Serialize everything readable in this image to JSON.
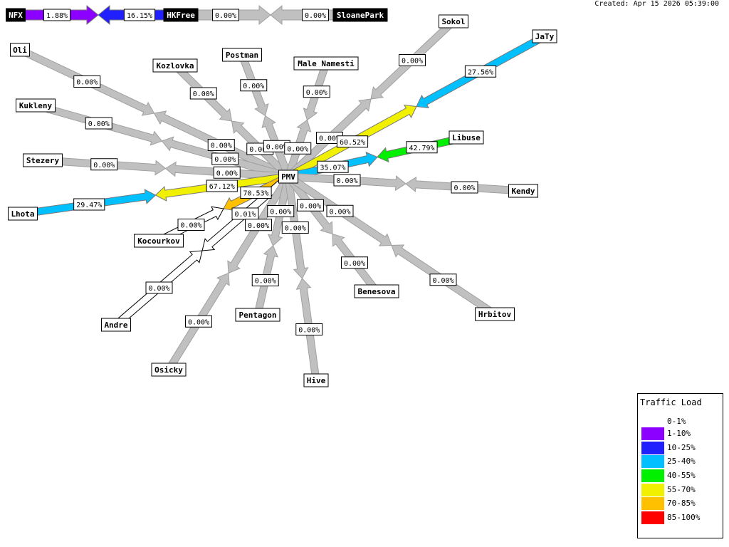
{
  "created": "Created: Apr 15 2026 05:39:00",
  "colors": {
    "nodata": "#c0c0c0",
    "low": "#ffffff",
    "purple": "#8c00ff",
    "blue": "#2020ff",
    "cyan": "#00c0ff",
    "green": "#00f000",
    "yellow": "#f0f000",
    "orange": "#ffc000",
    "red": "#ff0000"
  },
  "legend": {
    "title": "Traffic Load",
    "items": [
      {
        "label": "0-1%",
        "color": ""
      },
      {
        "label": "1-10%",
        "color": "#8c00ff"
      },
      {
        "label": "10-25%",
        "color": "#2020ff"
      },
      {
        "label": "25-40%",
        "color": "#00c0ff"
      },
      {
        "label": "40-55%",
        "color": "#00f000"
      },
      {
        "label": "55-70%",
        "color": "#f0f000"
      },
      {
        "label": "70-85%",
        "color": "#ffc000"
      },
      {
        "label": "85-100%",
        "color": "#ff0000"
      }
    ]
  },
  "hub": "PMV",
  "top_nodes": [
    "NFX",
    "HKFree",
    "SloanePark"
  ],
  "top_links": [
    {
      "a": "NFX",
      "b": "HKFree",
      "out": "1.88%",
      "out_color": "#8c00ff",
      "in": "16.15%",
      "in_color": "#2020ff"
    },
    {
      "a": "HKFree",
      "b": "SloanePark",
      "out": "0.00%",
      "out_color": "#c0c0c0",
      "in": "0.00%",
      "in_color": "#c0c0c0"
    }
  ],
  "links": [
    {
      "node": "Oli",
      "out": "0.00%",
      "out_color": "#c0c0c0",
      "in": "0.00%",
      "in_color": "#c0c0c0"
    },
    {
      "node": "Kozlovka",
      "out": "0.00%",
      "out_color": "#c0c0c0",
      "in": "0.00%",
      "in_color": "#c0c0c0"
    },
    {
      "node": "Postman",
      "out": "0.00%",
      "out_color": "#c0c0c0",
      "in": "0.00%",
      "in_color": "#c0c0c0"
    },
    {
      "node": "Male Namesti",
      "out": "0.00%",
      "out_color": "#c0c0c0",
      "in": "0.00%",
      "in_color": "#c0c0c0"
    },
    {
      "node": "Sokol",
      "out": "0.00%",
      "out_color": "#c0c0c0",
      "in": "0.00%",
      "in_color": "#c0c0c0"
    },
    {
      "node": "JaTy",
      "out": "60.52%",
      "out_color": "#f0f000",
      "in": "27.56%",
      "in_color": "#00c0ff"
    },
    {
      "node": "Kukleny",
      "out": "0.00%",
      "out_color": "#c0c0c0",
      "in": "0.00%",
      "in_color": "#c0c0c0"
    },
    {
      "node": "Stezery",
      "out": "0.00%",
      "out_color": "#c0c0c0",
      "in": "0.00%",
      "in_color": "#c0c0c0"
    },
    {
      "node": "Libuse",
      "out": "35.07%",
      "out_color": "#00c0ff",
      "in": "42.79%",
      "in_color": "#00f000"
    },
    {
      "node": "Kendy",
      "out": "0.00%",
      "out_color": "#c0c0c0",
      "in": "0.00%",
      "in_color": "#c0c0c0"
    },
    {
      "node": "Lhota",
      "out": "67.12%",
      "out_color": "#f0f000",
      "in": "29.47%",
      "in_color": "#00c0ff"
    },
    {
      "node": "Kocourkov",
      "out": "70.53%",
      "out_color": "#ffc000",
      "in": "0.00%",
      "in_color": "#ffffff"
    },
    {
      "node": "Andre",
      "out": "0.01%",
      "out_color": "#ffffff",
      "in": "0.00%",
      "in_color": "#ffffff"
    },
    {
      "node": "Osicky",
      "out": "0.00%",
      "out_color": "#c0c0c0",
      "in": "0.00%",
      "in_color": "#c0c0c0"
    },
    {
      "node": "Pentagon",
      "out": "0.00%",
      "out_color": "#c0c0c0",
      "in": "0.00%",
      "in_color": "#c0c0c0"
    },
    {
      "node": "Hive",
      "out": "0.00%",
      "out_color": "#c0c0c0",
      "in": "0.00%",
      "in_color": "#c0c0c0"
    },
    {
      "node": "Benesova",
      "out": "0.00%",
      "out_color": "#c0c0c0",
      "in": "0.00%",
      "in_color": "#c0c0c0"
    },
    {
      "node": "Hrbitov",
      "out": "0.00%",
      "out_color": "#c0c0c0",
      "in": "0.00%",
      "in_color": "#c0c0c0"
    }
  ]
}
